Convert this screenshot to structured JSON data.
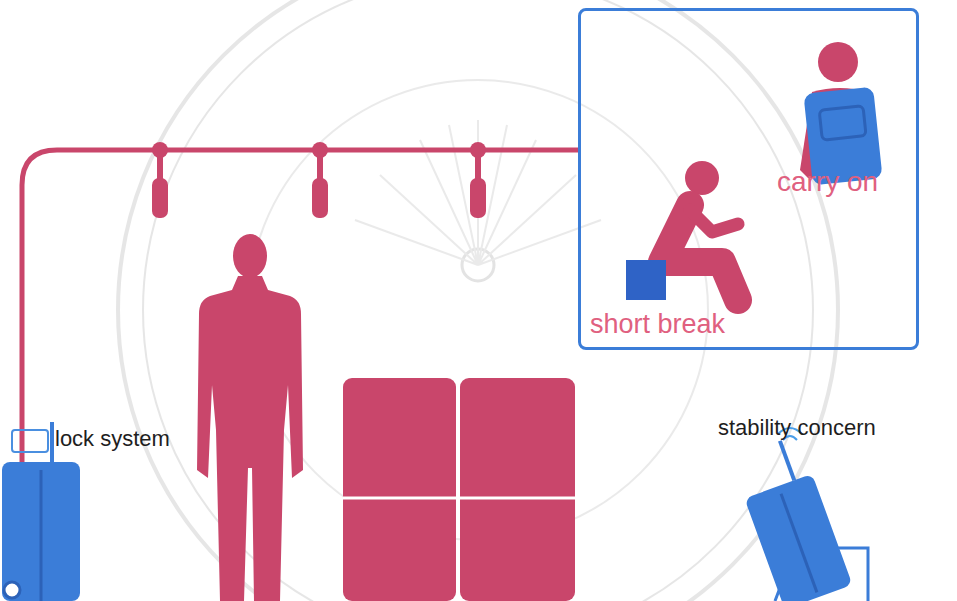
{
  "diagram": {
    "nodes": [
      {
        "text": [
          "carry on",
          "short break"
        ]
      }
    ],
    "labels": [
      "lock system",
      "stability concern"
    ]
  }
}
